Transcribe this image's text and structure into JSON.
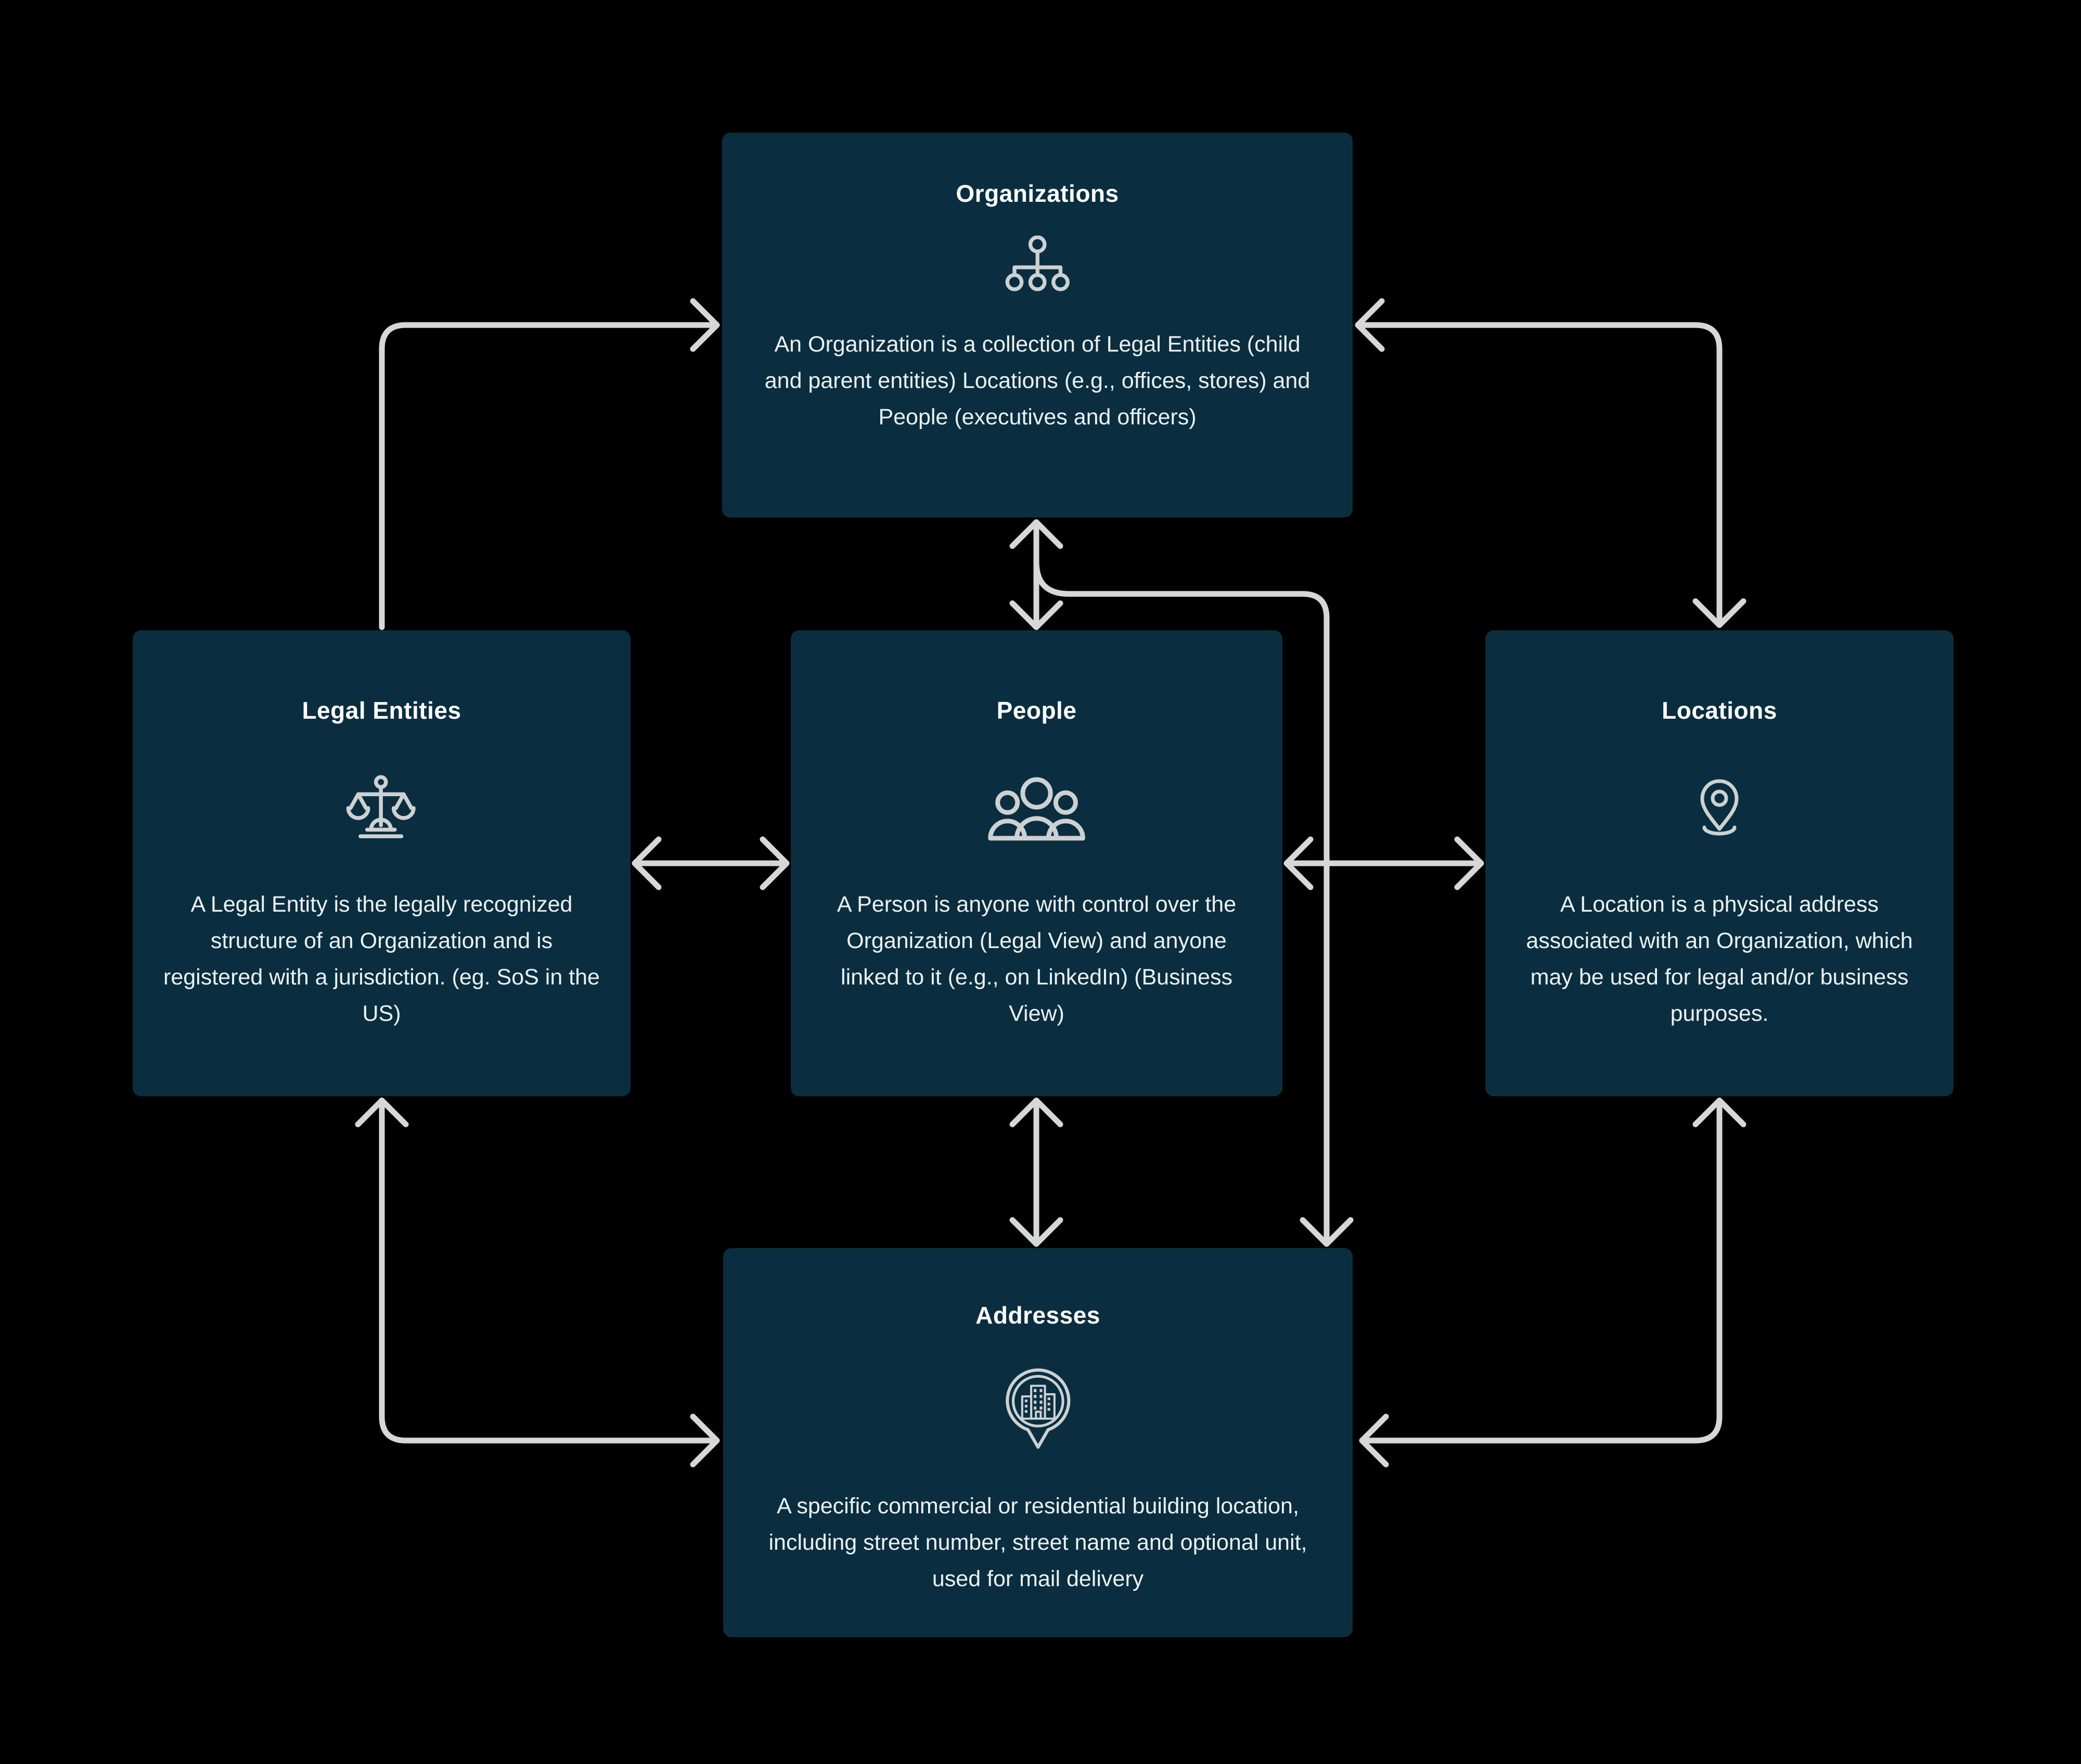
{
  "theme": {
    "background": "#000000",
    "card_fill": "#0a2e3f",
    "title_color": "#ffffff",
    "body_color": "#edf1f2",
    "arrow_color": "#d6d7d7"
  },
  "nodes": {
    "organizations": {
      "title": "Organizations",
      "icon": "org-chart-icon",
      "description": "An Organization is a collection of Legal Entities (child and parent entities) Locations (e.g., offices, stores) and People (executives and officers)"
    },
    "legal_entities": {
      "title": "Legal Entities",
      "icon": "balance-scale-icon",
      "description": "A Legal Entity is the legally recognized structure of an Organization and is registered with a jurisdiction. (eg. SoS in the US)"
    },
    "people": {
      "title": "People",
      "icon": "people-group-icon",
      "description": "A Person is anyone with control over the Organization (Legal View) and anyone linked to it (e.g., on LinkedIn) (Business View)"
    },
    "locations": {
      "title": "Locations",
      "icon": "map-pin-icon",
      "description": "A Location is a physical address associated with an Organization, which may be used for legal and/or business purposes."
    },
    "addresses": {
      "title": "Addresses",
      "icon": "building-pin-icon",
      "description": "A specific commercial or residential building location, including street number, street name and optional unit, used for mail delivery"
    }
  },
  "connections": [
    {
      "from": "legal_entities",
      "to": "organizations",
      "bidirectional": false
    },
    {
      "from": "organizations",
      "to": "locations",
      "bidirectional": true
    },
    {
      "from": "organizations",
      "to": "people",
      "bidirectional": true
    },
    {
      "from": "organizations",
      "to": "addresses",
      "bidirectional": false
    },
    {
      "from": "legal_entities",
      "to": "people",
      "bidirectional": true
    },
    {
      "from": "people",
      "to": "locations",
      "bidirectional": true
    },
    {
      "from": "people",
      "to": "addresses",
      "bidirectional": true
    },
    {
      "from": "legal_entities",
      "to": "addresses",
      "bidirectional": true
    },
    {
      "from": "locations",
      "to": "addresses",
      "bidirectional": true
    }
  ]
}
